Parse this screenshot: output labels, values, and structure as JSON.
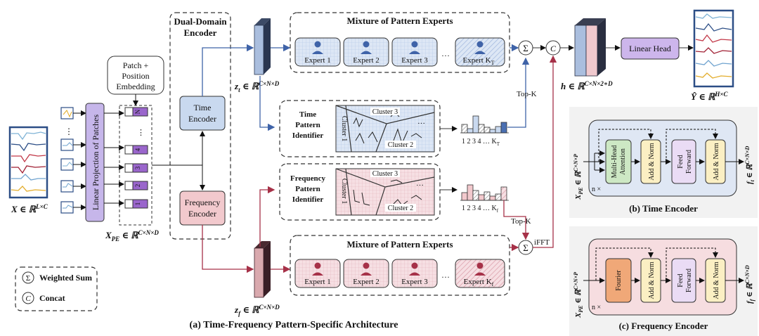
{
  "dual_domain_encoder": {
    "line1": "Dual-Domain",
    "line2": "Encoder"
  },
  "patch_embedding": {
    "line1": "Patch +",
    "line2": "Position",
    "line3": "Embedding"
  },
  "linear_projection": "Linear Projection of Patches",
  "input": {
    "var": "X",
    "space": "∈ ℝ",
    "sup": "L×C"
  },
  "xpe": {
    "var": "X",
    "sub": "PE",
    "space": "∈ ℝ",
    "sup": "C×N×D"
  },
  "tokens": [
    "N",
    "⋮",
    "4",
    "3",
    "2",
    "1"
  ],
  "time_encoder": {
    "line1": "Time",
    "line2": "Encoder"
  },
  "frequency_encoder": {
    "line1": "Frequency",
    "line2": "Encoder"
  },
  "zt": {
    "var": "z",
    "sub": "t",
    "space": "∈ ℝ",
    "sup": "C×N×D"
  },
  "zf": {
    "var": "z",
    "sub": "f",
    "space": "∈ ℝ",
    "sup": "C×N×D"
  },
  "moe_time": {
    "title": "Mixture of Pattern Experts",
    "experts": [
      "Expert 1",
      "Expert 2",
      "Expert 3",
      "Expert K"
    ],
    "last_sub": "T",
    "ellipsis": "…"
  },
  "moe_freq": {
    "title": "Mixture of Pattern Experts",
    "experts": [
      "Expert 1",
      "Expert 2",
      "Expert 3",
      "Expert K"
    ],
    "last_sub": "f",
    "ellipsis": "…"
  },
  "time_identifier": {
    "line1": "Time",
    "line2": "Pattern",
    "line3": "Identifier",
    "cluster_top": "Cluster 3",
    "cluster_left": "Cluster 1",
    "cluster_bottom": "Cluster 2",
    "ellipsis": "…"
  },
  "freq_identifier": {
    "line1": "Frequency",
    "line2": "Pattern",
    "line3": "Identifier",
    "cluster_top": "Cluster 3",
    "cluster_left": "Cluster 1",
    "cluster_bottom": "Cluster 2",
    "ellipsis": "…"
  },
  "hist_time": {
    "labels": "1 2 3 4   …",
    "last": "K",
    "last_sub": "T"
  },
  "hist_freq": {
    "labels": "1 2 3 4   …",
    "last": "K",
    "last_sub": "f"
  },
  "topk": "Top-K",
  "sum_symbol": "Σ",
  "concat_symbol": "C",
  "ifft": "iFFT",
  "h": {
    "var": "h",
    "space": "∈ ℝ",
    "sup": "C×N×2∗D"
  },
  "linear_head": "Linear Head",
  "output": {
    "var": "Ŷ",
    "space": "∈ ℝ",
    "sup": "H×C"
  },
  "legend": {
    "sum": "Weighted Sum",
    "concat": "Concat"
  },
  "caption_a": "(a) Time-Frequency Pattern-Specific Architecture",
  "time_encoder_panel": {
    "caption": "(b) Time Encoder",
    "repeat": "n ×",
    "in_var": "X",
    "in_sub": "PE",
    "in_space": "∈ ℝ",
    "in_sup": "C×N×P",
    "out_var": "f",
    "out_sub": "t",
    "out_space": "∈ ℝ",
    "out_sup": "C×N×D",
    "mha1": "Multi-Head",
    "mha2": "Attention",
    "addnorm": "Add & Norm",
    "ff1": "Feed",
    "ff2": "Forward"
  },
  "freq_encoder_panel": {
    "caption": "(c) Frequency Encoder",
    "repeat": "n ×",
    "in_var": "X",
    "in_sub": "PE",
    "in_space": "∈ ℝ",
    "in_sup": "C×N×P",
    "out_var": "f",
    "out_sub": "f",
    "out_space": "∈ ℝ",
    "out_sup": "C×N×D",
    "fourier": "Fourier",
    "addnorm": "Add & Norm",
    "ff1": "Feed",
    "ff2": "Forward"
  },
  "colors": {
    "time": "#3f63a8",
    "freq": "#a63148",
    "time_fill": "#c9d9ef",
    "freq_fill": "#f2c9cd",
    "panel_b": "#dfe7f4",
    "panel_c": "#f6dde0",
    "purple": "#b89be0",
    "mha": "#cde8c4",
    "addnorm": "#fbefc3",
    "ff": "#eadcf5",
    "fourier": "#f0a878"
  }
}
